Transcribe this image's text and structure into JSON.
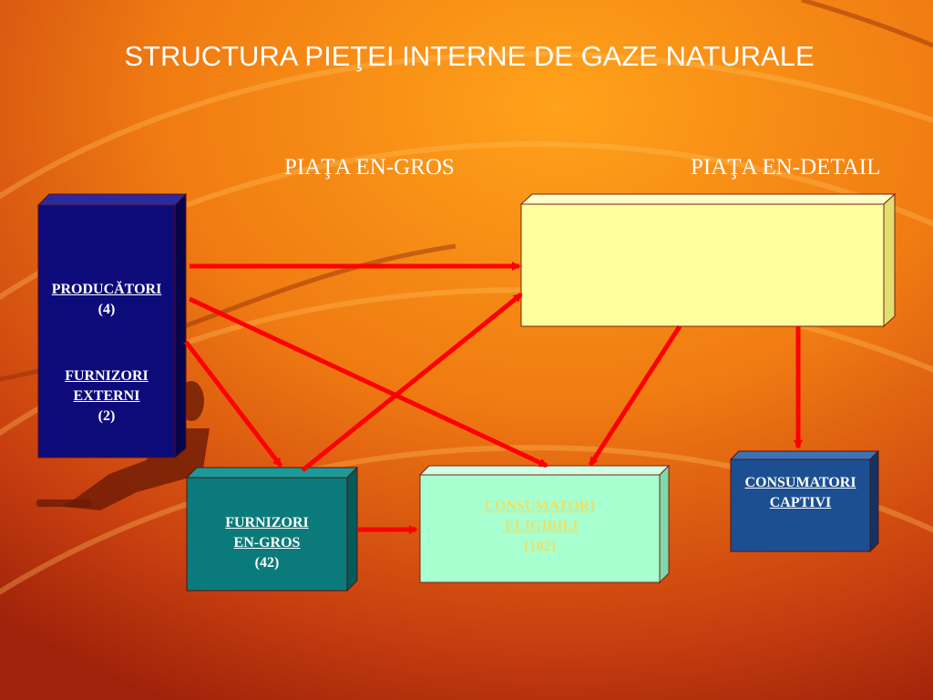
{
  "title": "STRUCTURA PIEŢEI INTERNE DE GAZE NATURALE",
  "sections": {
    "wholesale": "PIAŢA EN-GROS",
    "retail": "PIAŢA EN-DETAIL"
  },
  "boxes": {
    "producers": {
      "label": "PRODUCĂTORI",
      "count": "(4)"
    },
    "external": {
      "label1": "FURNIZORI",
      "label2": "EXTERNI",
      "count": "(2)"
    },
    "wholesale_suppliers": {
      "label1": "FURNIZORI",
      "label2": "EN-GROS",
      "count": "(42)"
    },
    "eligible": {
      "label1": "CONSUMATORI",
      "label2": " ELIGIBILI",
      "count": "(102)"
    },
    "captive": {
      "label1": "CONSUMATORI",
      "label2": "CAPTIVI"
    }
  },
  "colors": {
    "producers_box": "#0d0b7a",
    "wholesale_box": "#0a7b7a",
    "eligible_box": "#a8ffd0",
    "captive_box": "#1b4f92",
    "retail_box": "#ffff9e",
    "arrow": "#ff0000"
  }
}
